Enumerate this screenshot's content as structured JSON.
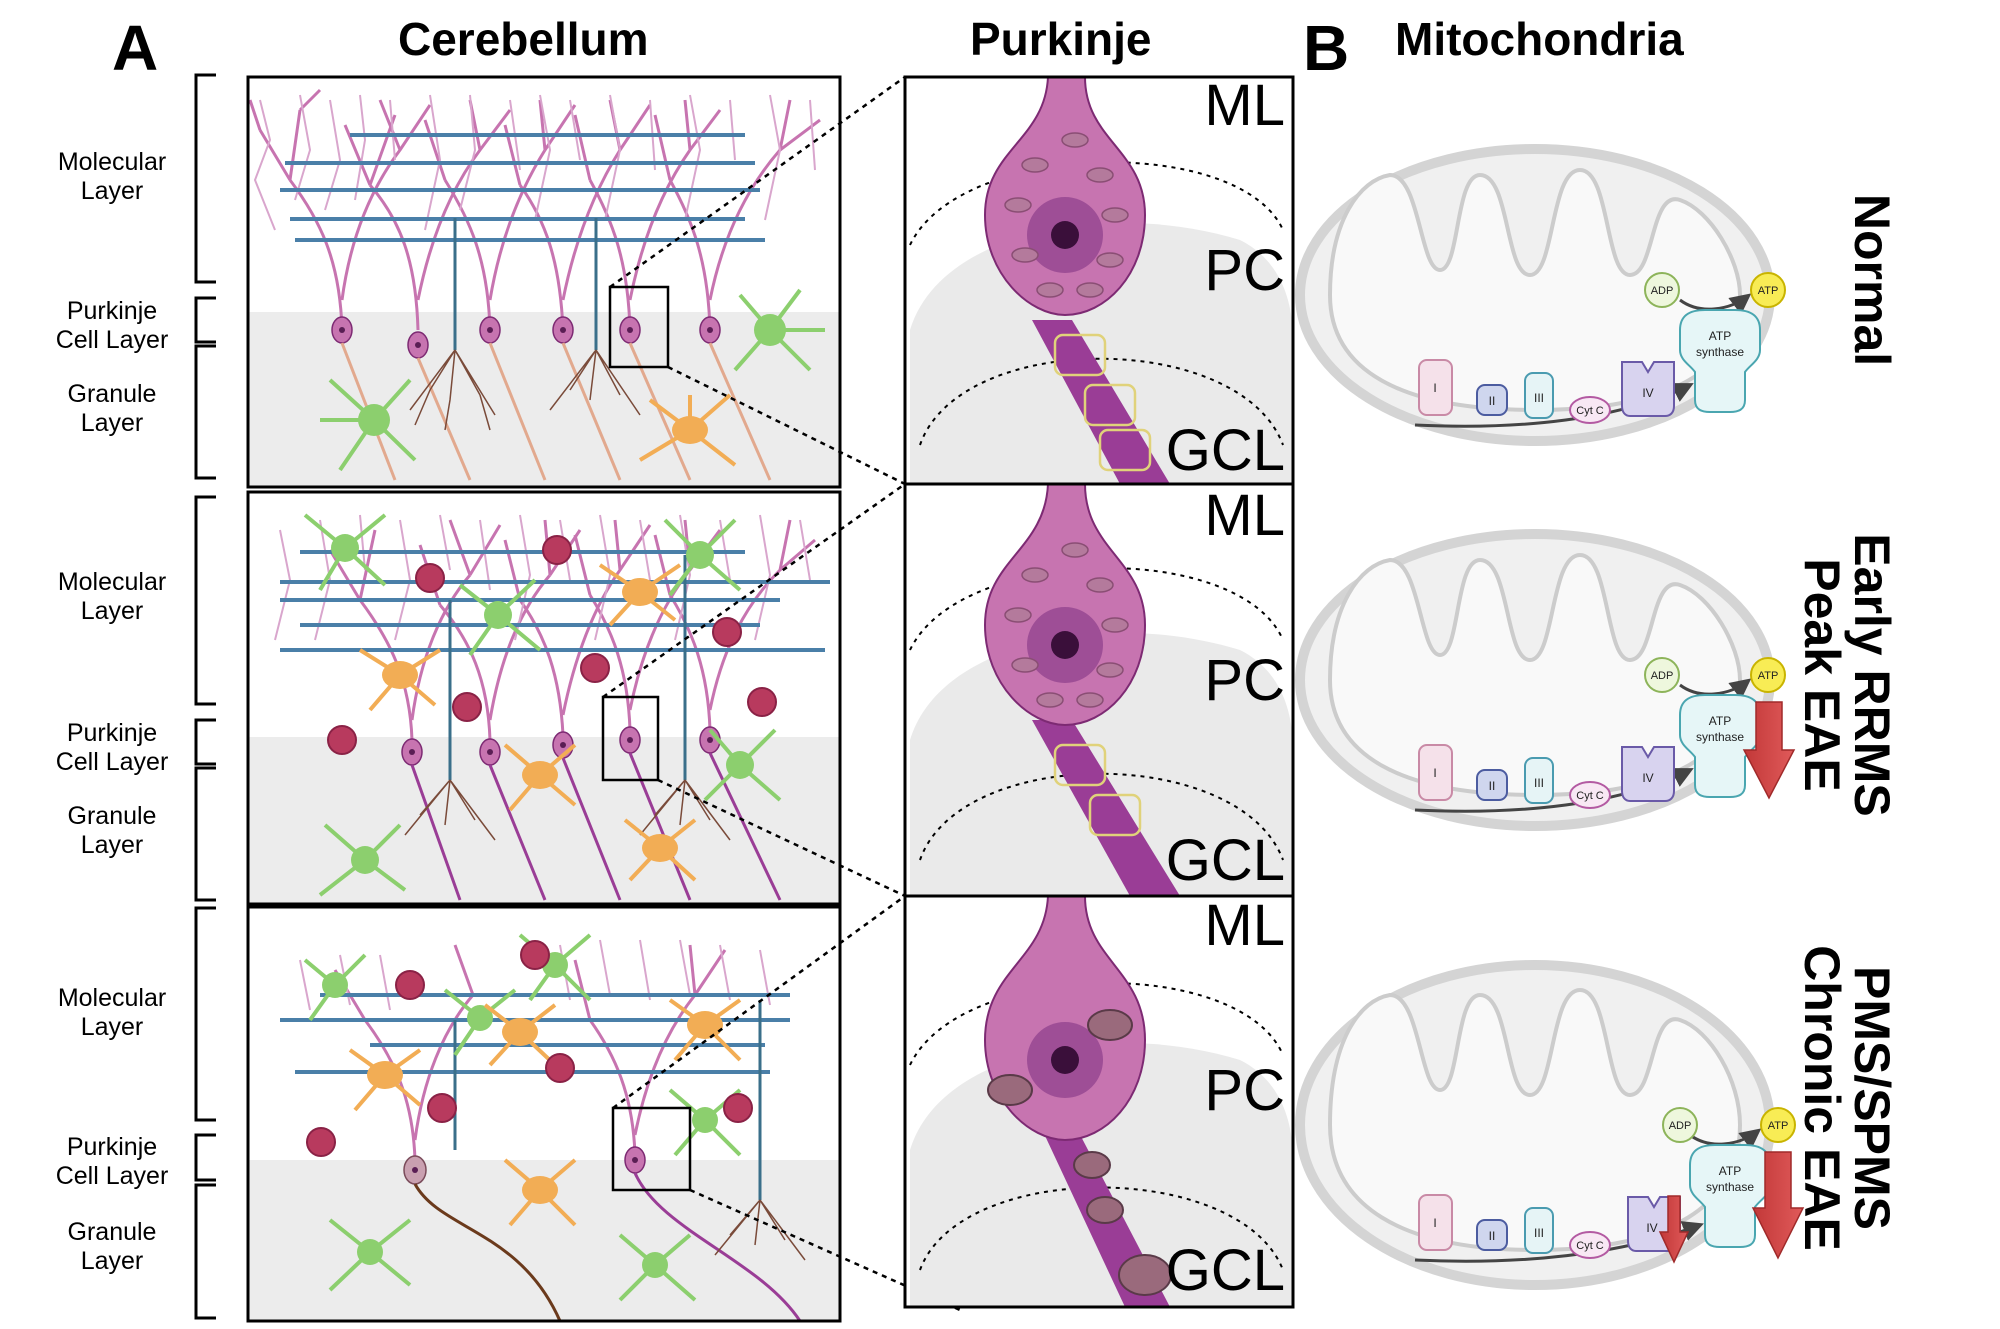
{
  "panel_a": {
    "letter": "A",
    "col_cerebellum": "Cerebellum",
    "col_purkinje": "Purkinje"
  },
  "panel_b": {
    "letter": "B",
    "title": "Mitochondria"
  },
  "layers": {
    "molecular_1": "Molecular",
    "molecular_2": "Layer",
    "purkinje_1": "Purkinje",
    "purkinje_2": "Cell Layer",
    "granule_1": "Granule",
    "granule_2": "Layer"
  },
  "zones": {
    "ml": "ML",
    "pc": "PC",
    "gcl": "GCL"
  },
  "rows": [
    {
      "condition_line1": "Normal",
      "condition_line2": ""
    },
    {
      "condition_line1": "Early RRMS",
      "condition_line2": "Peak EAE"
    },
    {
      "condition_line1": "PMS/SPMS",
      "condition_line2": "Chronic EAE"
    }
  ],
  "mito": {
    "complex_i": "I",
    "complex_ii": "II",
    "complex_iii": "III",
    "cyt_c": "Cyt C",
    "complex_iv": "IV",
    "adp": "ADP",
    "atp": "ATP",
    "atp_synthase_1": "ATP",
    "atp_synthase_2": "synthase"
  },
  "colors": {
    "purkinje": "#c774b0",
    "purkinje_dark": "#7d2a73",
    "parallel_fiber": "#4a7fa8",
    "astrocyte": "#8ccf6e",
    "microglia": "#f2ad55",
    "immune_cell": "#b83a5e",
    "down_arrow": "#d24444"
  }
}
